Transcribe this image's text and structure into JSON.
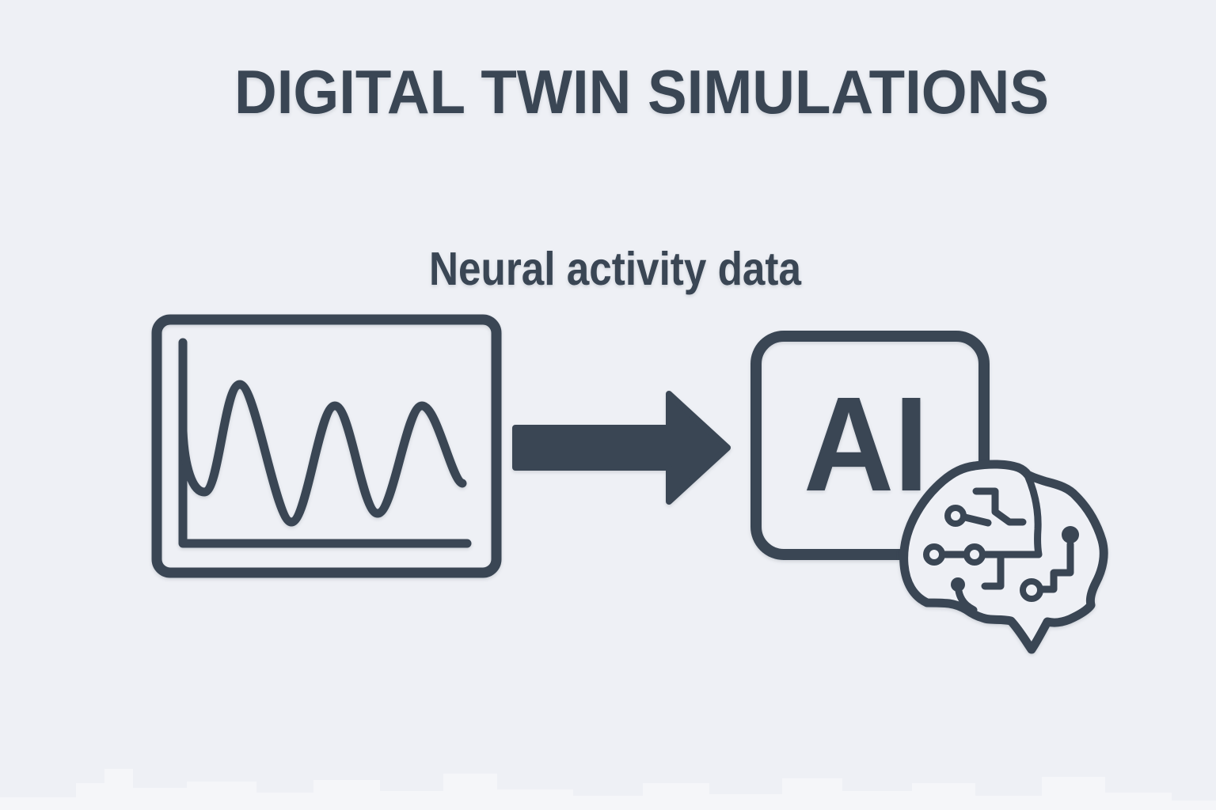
{
  "page": {
    "background_color": "#eef0f5",
    "ink_color": "#3a4654"
  },
  "header": {
    "title": "DIGITAL TWIN SIMULATIONS"
  },
  "flow": {
    "source": {
      "label": "Neural activity data",
      "icon": "waveform-chart-icon"
    },
    "connector": {
      "icon": "arrow-right-icon",
      "direction": "right"
    },
    "target": {
      "label": "AI",
      "icons": [
        "ai-chip-icon",
        "brain-circuit-icon"
      ]
    }
  }
}
